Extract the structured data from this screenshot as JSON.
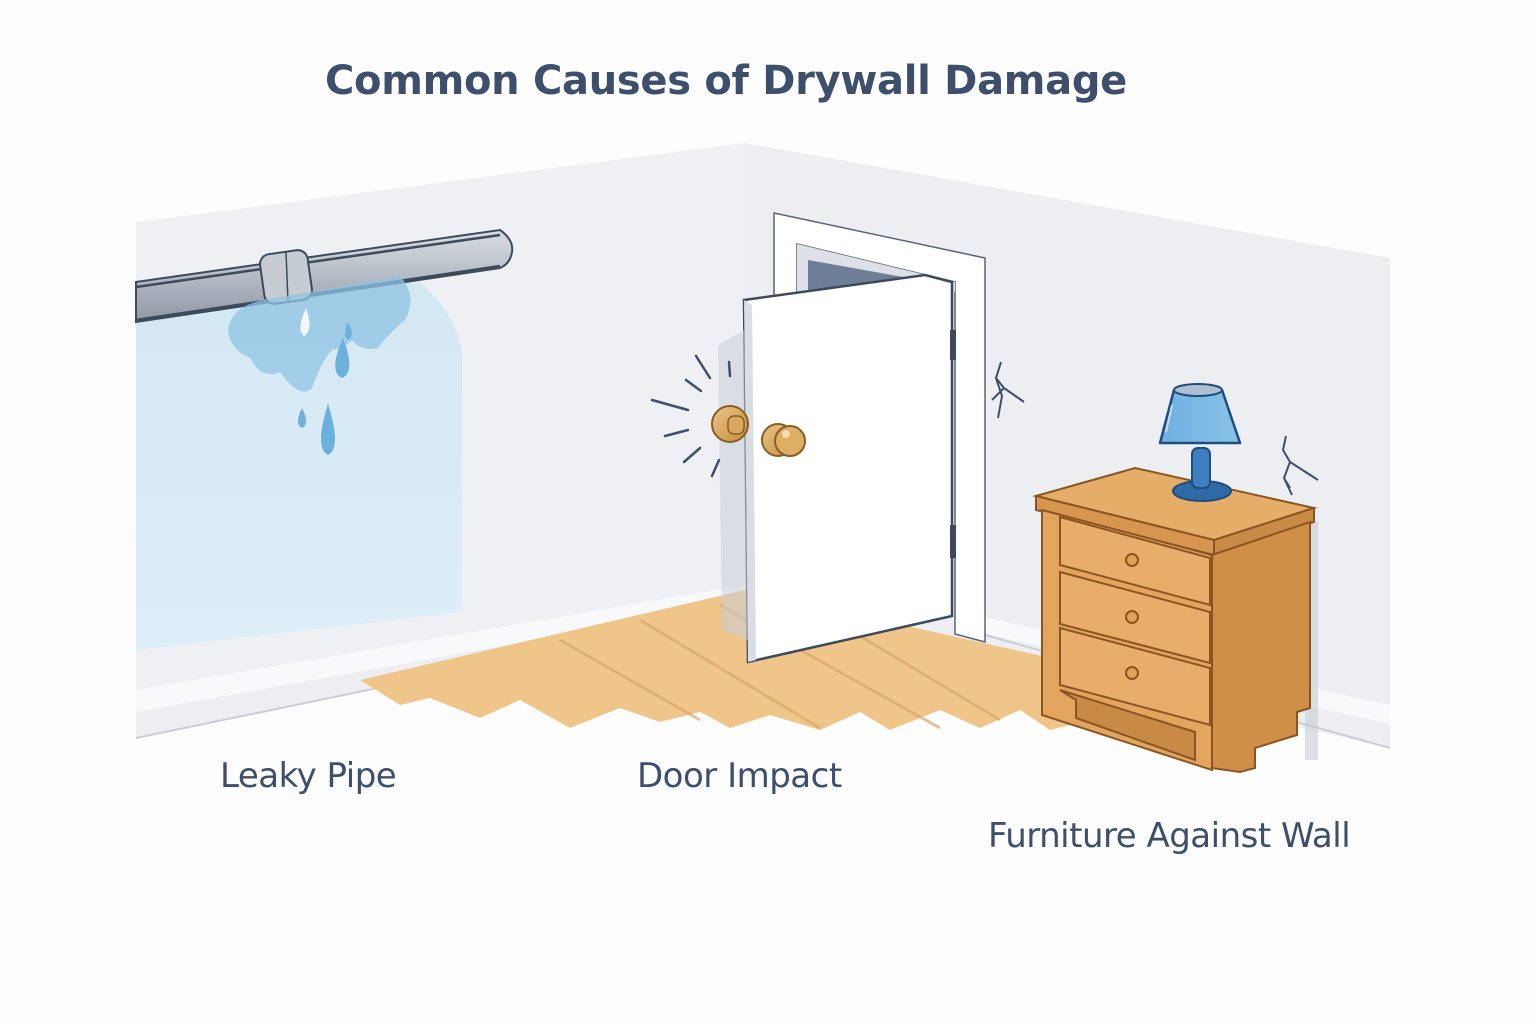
{
  "title": "Common Causes of Drywall Damage",
  "labels": {
    "leaky_pipe": "Leaky Pipe",
    "door_impact": "Door Impact",
    "furniture": "Furniture Against Wall"
  },
  "colors": {
    "title_text": "#3d4f6a",
    "wall": "#eef0f4",
    "water_stain": "#d6eaf5",
    "water": "#8fc3e3",
    "floor_wood": "#efc58a",
    "door": "#ffffff",
    "knob": "#d7a75a",
    "nightstand": "#e2a45c",
    "lamp": "#5b9fd4",
    "crack": "#3d4f6a"
  },
  "icons": [
    "pipe-icon",
    "water-drop-icon",
    "door-icon",
    "doorknob-icon",
    "impact-lines-icon",
    "wall-crack-icon",
    "nightstand-icon",
    "lamp-icon"
  ]
}
